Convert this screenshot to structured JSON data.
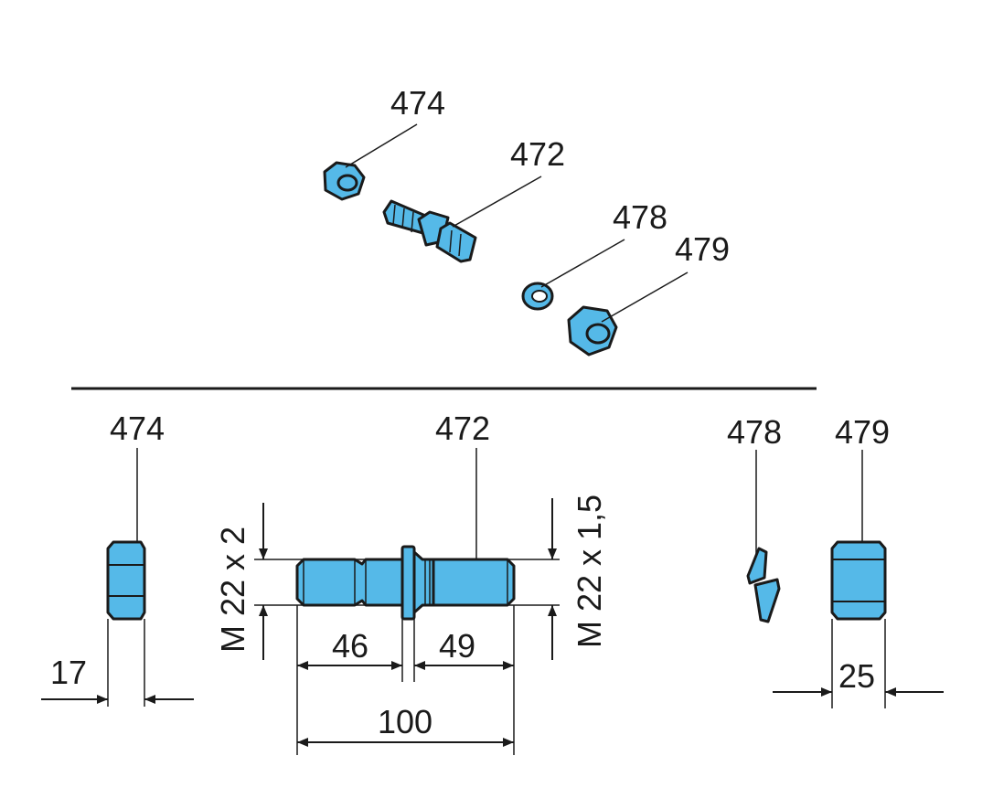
{
  "exploded_view": {
    "labels": [
      "474",
      "472",
      "478",
      "479"
    ]
  },
  "dimension_view": {
    "labels": [
      "474",
      "472",
      "478",
      "479"
    ],
    "thread_left": "M 22 x 2",
    "thread_right": "M 22 x 1,5",
    "dims": {
      "nut_474_width": "17",
      "stud_left": "46",
      "stud_right": "49",
      "stud_total": "100",
      "nut_479_width": "25"
    }
  },
  "colors": {
    "part_fill": "#55b9e8",
    "line": "#1a1a1a"
  }
}
